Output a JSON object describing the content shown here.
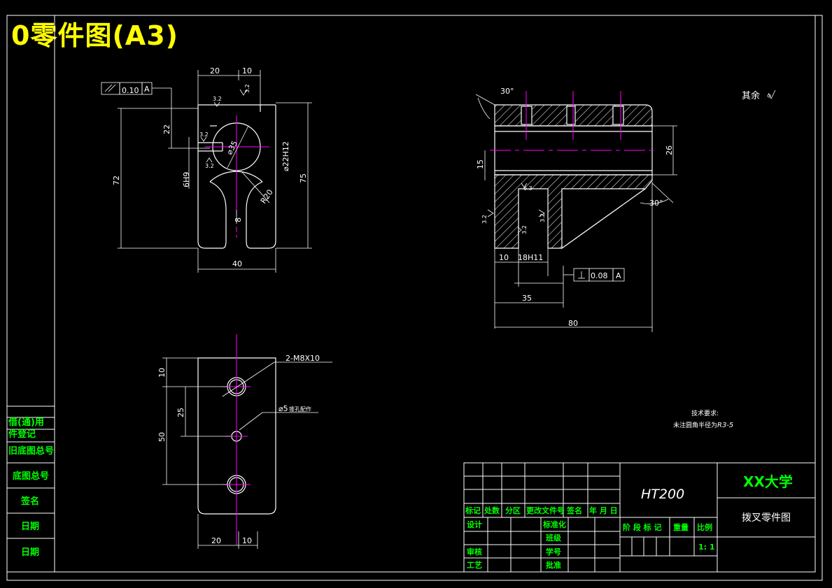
{
  "title": "0零件图(A3)",
  "front_view": {
    "dim_20": "20",
    "dim_10": "10",
    "dim_22": "22",
    "dim_72": "72",
    "dim_75": "75",
    "dim_6h9": "6H9",
    "dim_phi22": "⌀22H12",
    "dim_r20": "R20",
    "dim_phi35": "⌀35",
    "dim_8": "8",
    "dim_40": "40",
    "parallel_tol": "0.10",
    "parallel_datum": "A",
    "rough_32a": "3.2",
    "rough_32b": "3.2",
    "rough_32c": "3.2",
    "rough_32d": "3.2"
  },
  "side_view": {
    "angle_30a": "30°",
    "angle_30b": "30°",
    "dim_15": "15",
    "dim_26": "26",
    "dim_10": "10",
    "dim_18h11": "18H11",
    "dim_35": "35",
    "dim_80": "80",
    "perp_tol": "0.08",
    "perp_datum": "A",
    "rough_63": "6.3",
    "rough_32a": "3.2",
    "rough_32b": "3.2",
    "rough_32c": "3.2",
    "other_note": "其余"
  },
  "top_view": {
    "dim_10": "10",
    "dim_25": "25",
    "dim_50": "50",
    "dim_20": "20",
    "dim_10b": "10",
    "thread_note": "2-M8X10",
    "hole_note": "⌀5",
    "hole_note_suffix": "锥孔配作"
  },
  "tech_req": {
    "heading": "技术要求:",
    "line1": "未注圆角半径为",
    "line1_value": "R3-5"
  },
  "left_strip": [
    "借(通)用",
    "件登记",
    "旧底图总号",
    "底图总号",
    "签名",
    "日期",
    "日期"
  ],
  "title_block": {
    "material": "HT200",
    "school": "XX大学",
    "part_name": "拨叉零件图",
    "headers": [
      "标记",
      "处数",
      "分区",
      "更改文件号",
      "签名",
      "年 月 日"
    ],
    "rows_left": [
      "设计",
      "",
      "审核",
      "工艺"
    ],
    "rows_mid": [
      "标准化",
      "班级",
      "学号",
      "批准"
    ],
    "stage_headers": [
      "阶 段 标 记",
      "重量",
      "比例"
    ],
    "scale": "1: 1"
  },
  "colors": {
    "title": "#ffff00",
    "line": "#ffffff",
    "center": "#ff00ff",
    "text_green": "#00ff00"
  }
}
